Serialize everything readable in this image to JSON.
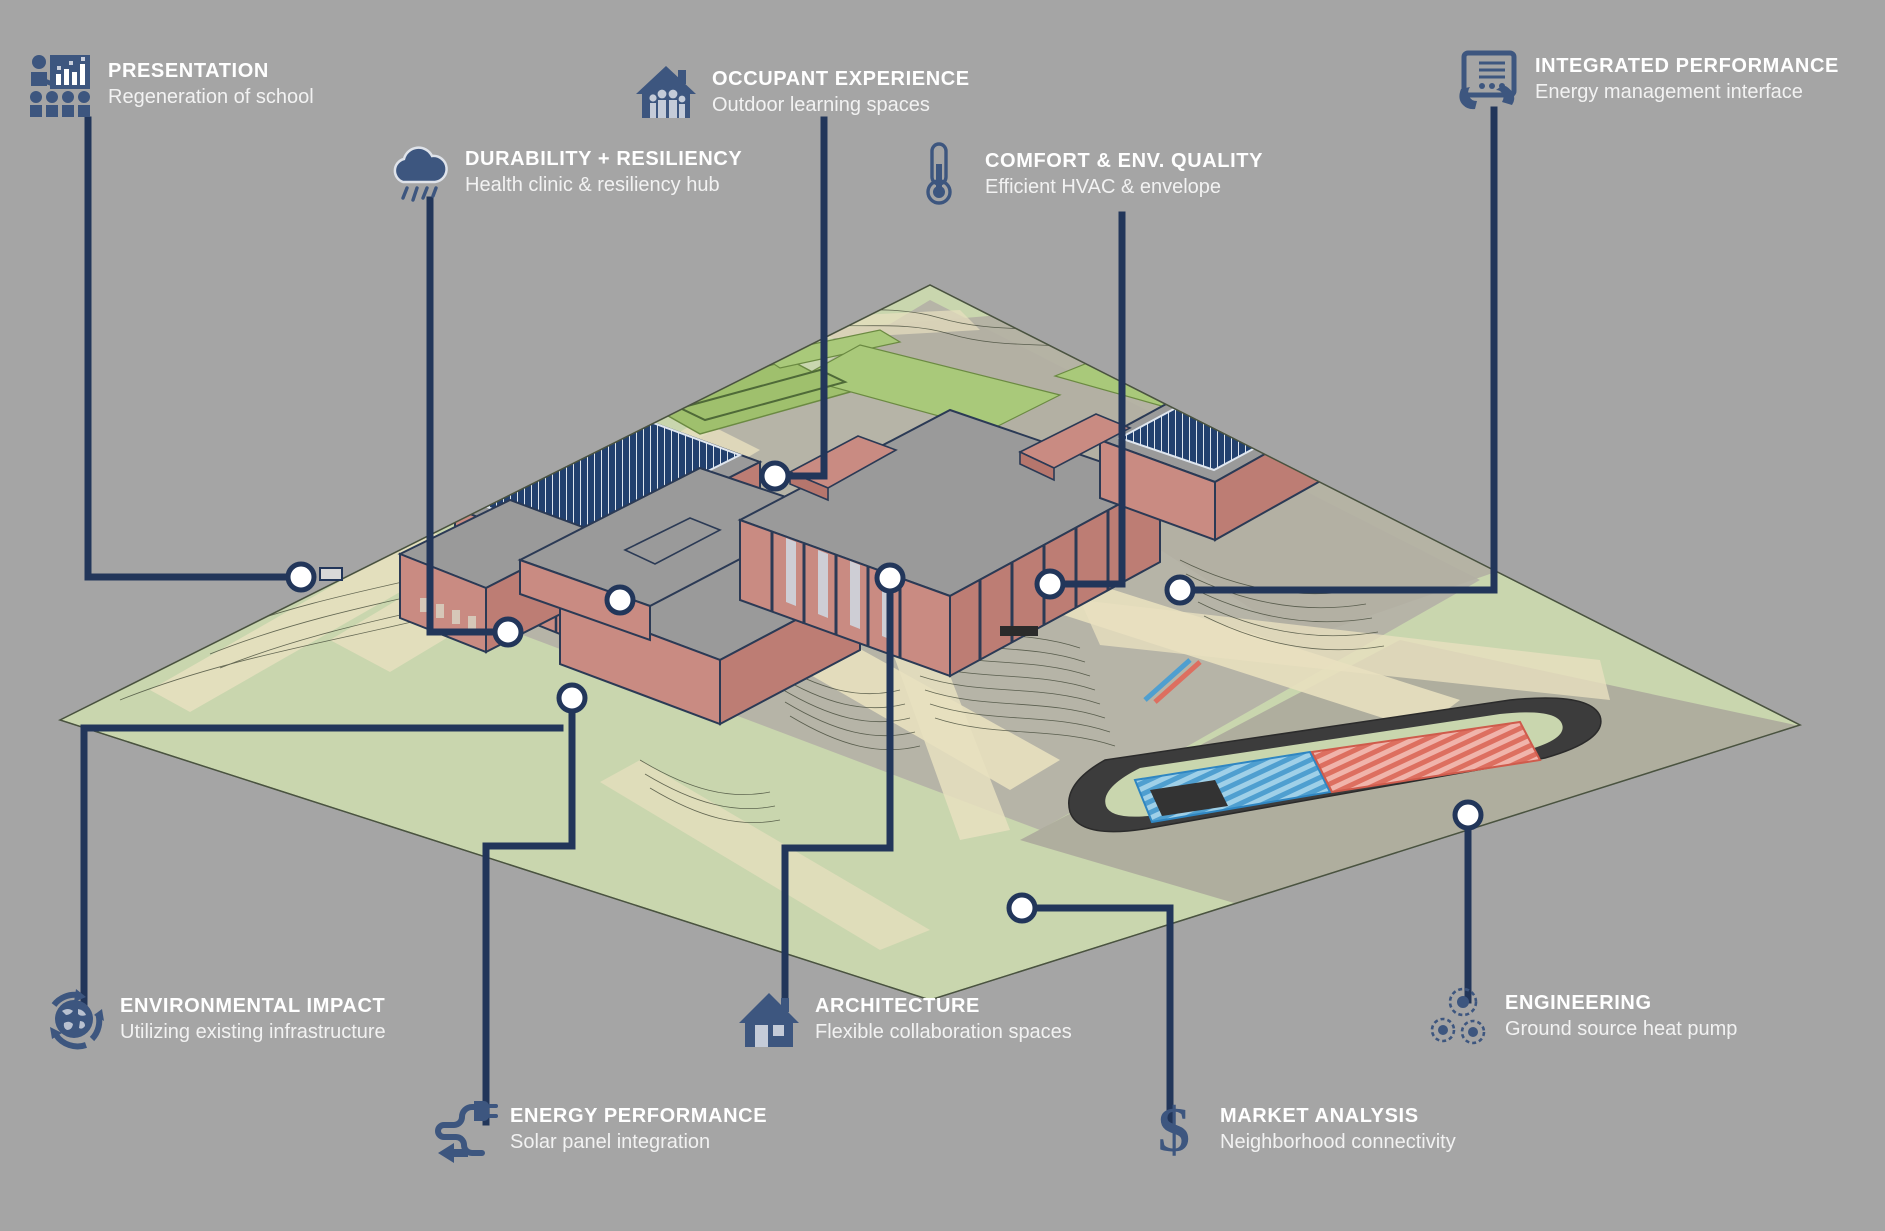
{
  "theme": {
    "background": "#a5a5a5",
    "accent": "#3d567f",
    "leader_line": "#22365a",
    "node_fill": "#ffffff",
    "title_color": "#ffffff",
    "subtitle_color": "#f2f2f2",
    "site_green": "#c9d6ae",
    "site_green_dark": "#8fae6a",
    "site_tan": "#e8e0bf",
    "site_gray": "#b0aea2",
    "building_brick": "#c98b82",
    "building_roof": "#9a9a9a",
    "solar_panel": "#24406b",
    "track_asphalt": "#3c3c3c",
    "loop_blue": "#5fa8d3",
    "loop_red": "#e0786a"
  },
  "callouts": [
    {
      "id": "presentation",
      "icon": "presentation-board-icon",
      "title": "PRESENTATION",
      "subtitle": "Regeneration of school"
    },
    {
      "id": "durability",
      "icon": "rain-cloud-icon",
      "title": "DURABILITY + RESILIENCY",
      "subtitle": "Health clinic & resiliency hub"
    },
    {
      "id": "occupant",
      "icon": "house-family-icon",
      "title": "OCCUPANT EXPERIENCE",
      "subtitle": "Outdoor learning spaces"
    },
    {
      "id": "comfort",
      "icon": "thermometer-icon",
      "title": "COMFORT & ENV. QUALITY",
      "subtitle": "Efficient HVAC & envelope"
    },
    {
      "id": "integrated",
      "icon": "tablet-hands-icon",
      "title": "INTEGRATED PERFORMANCE",
      "subtitle": "Energy management interface"
    },
    {
      "id": "environmental",
      "icon": "globe-recycle-icon",
      "title": "ENVIRONMENTAL IMPACT",
      "subtitle": "Utilizing existing infrastructure"
    },
    {
      "id": "architecture",
      "icon": "house-door-window-icon",
      "title": "ARCHITECTURE",
      "subtitle": "Flexible collaboration spaces"
    },
    {
      "id": "engineering",
      "icon": "three-gears-icon",
      "title": "ENGINEERING",
      "subtitle": "Ground source heat pump"
    },
    {
      "id": "energy",
      "icon": "power-plug-icon",
      "title": "ENERGY PERFORMANCE",
      "subtitle": "Solar panel integration"
    },
    {
      "id": "market",
      "icon": "dollar-sign-icon",
      "title": "MARKET ANALYSIS",
      "subtitle": "Neighborhood connectivity"
    }
  ],
  "site_plan": {
    "name": "isometric-school-campus-site-plan",
    "features": [
      "existing brick school buildings",
      "rooftop solar panel arrays",
      "green lawns and outdoor learning courtyard",
      "pedestrian paths and site contours",
      "athletic track and field",
      "ground source heat pump well field"
    ]
  }
}
